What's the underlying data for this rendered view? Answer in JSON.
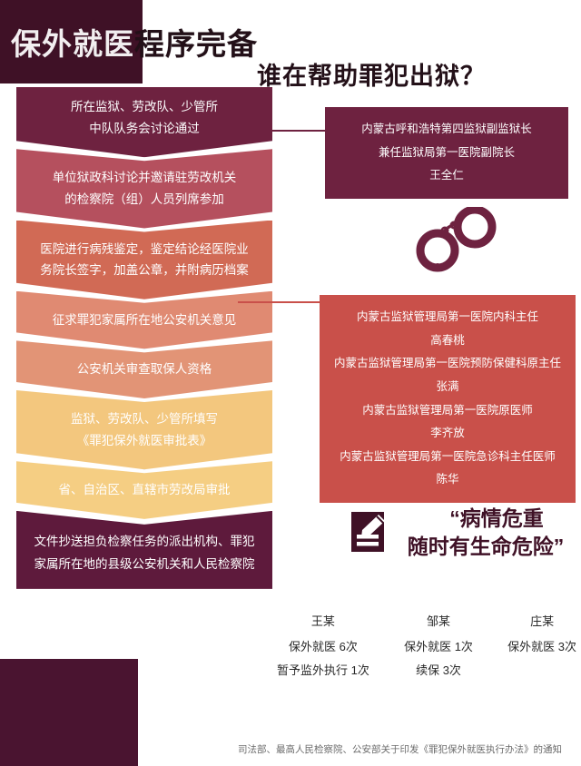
{
  "header": {
    "title_highlight": "保外就医",
    "title_tail": "程序完备",
    "title_full": "保外就医程序完备",
    "subtitle": "谁在帮助罪犯出狱？"
  },
  "flow": {
    "steps": [
      {
        "lines": [
          "所在监狱、劳改队、少管所",
          "中队队务会讨论通过"
        ],
        "color": "#6e2240",
        "notched": false
      },
      {
        "lines": [
          "单位狱政科讨论并邀请驻劳改机关",
          "的检察院（组）人员列席参加"
        ],
        "color": "#b5505e",
        "notched": true
      },
      {
        "lines": [
          "医院进行病残鉴定，鉴定结论经医院业",
          "务院长签字，加盖公章，并附病历档案"
        ],
        "color": "#d16a55",
        "notched": true
      },
      {
        "lines": [
          "征求罪犯家属所在地公安机关意见"
        ],
        "color": "#e08a72",
        "notched": true
      },
      {
        "lines": [
          "公安机关审查取保人资格"
        ],
        "color": "#e29476",
        "notched": true
      },
      {
        "lines": [
          "监狱、劳改队、少管所填写",
          "《罪犯保外就医审批表》"
        ],
        "color": "#f3c77e",
        "notched": true
      },
      {
        "lines": [
          "省、自治区、直辖市劳改局审批"
        ],
        "color": "#f5ce83",
        "notched": true
      }
    ],
    "final_step": {
      "lines": [
        "文件抄送担负检察任务的派出机构、罪犯",
        "家属所在地的县级公安机关和人民检察院"
      ],
      "color": "#5e1a3c"
    }
  },
  "panels": [
    {
      "color": "#6e2240",
      "connector_color": "#6e2240",
      "lines": [
        "内蒙古呼和浩特第四监狱副监狱长",
        "兼任监狱局第一医院副院长",
        "王全仁"
      ]
    },
    {
      "color": "#c9504a",
      "connector_color": "#c9504a",
      "lines": [
        "内蒙古监狱管理局第一医院内科主任",
        "高春桃",
        "内蒙古监狱管理局第一医院预防保健科原主任",
        "张满",
        "内蒙古监狱管理局第一医院原医师",
        "李齐放",
        "内蒙古监狱管理局第一医院急诊科主任医师",
        "陈华"
      ]
    }
  ],
  "icons": {
    "handcuffs": "handcuffs-icon",
    "document_sign": "document-sign-icon"
  },
  "quote": {
    "line1": "“病情危重",
    "line2": "随时有生命危险”"
  },
  "stats": {
    "columns": [
      {
        "name": "王某",
        "rows": [
          "保外就医 6次",
          "暂予监外执行 1次"
        ]
      },
      {
        "name": "邹某",
        "rows": [
          "保外就医 1次",
          "续保 3次"
        ]
      },
      {
        "name": "庄某",
        "rows": [
          "保外就医 3次"
        ]
      }
    ]
  },
  "footer": {
    "text": "司法部、最高人民检察院、公安部关于印发《罪犯保外就医执行办法》的通知"
  },
  "colors": {
    "dark_maroon": "#3f1126",
    "bottom_block": "#4a1430",
    "accent_red": "#c9504a",
    "gold": "#f5ce83"
  }
}
